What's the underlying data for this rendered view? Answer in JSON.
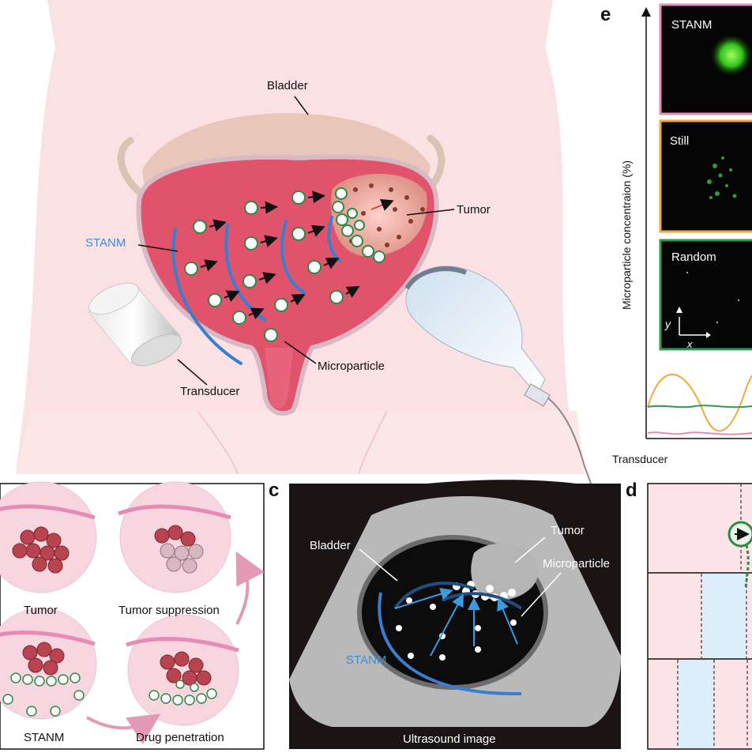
{
  "main_illustration": {
    "labels": {
      "bladder": "Bladder",
      "tumor": "Tumor",
      "stanm": "STANM",
      "microparticle": "Microparticle",
      "transducer": "Transducer"
    }
  },
  "panel_b": {
    "labels": {
      "tumor": "Tumor",
      "tumor_suppression": "Tumor suppression",
      "stanm": "STANM",
      "drug_penetration": "Drug penetration"
    }
  },
  "panel_c": {
    "letter": "c",
    "labels": {
      "bladder": "Bladder",
      "tumor": "Tumor",
      "microparticle": "Microparticle",
      "stanm": "STANM",
      "caption": "Ultrasound image"
    }
  },
  "panel_d": {
    "letter": "d"
  },
  "panel_e": {
    "letter": "e",
    "y_axis_label": "Microparticle concentraion (%)",
    "x_axis_label": "Transducer",
    "image_labels": {
      "stanm": "STANM",
      "still": "Still",
      "random": "Random"
    },
    "axis_glyphs": {
      "y": "y",
      "x": "x"
    },
    "colors": {
      "stanm": "#e58bb5",
      "still": "#f2a93b",
      "random": "#2e9b52"
    }
  },
  "colors": {
    "bladder_fill": "#e0536b",
    "body_skin": "#fbe1e3",
    "stanm_wave": "#3a7fcf",
    "ultrasound_bg": "#1a1414",
    "ultrasound_cone": "#b9b9b9"
  }
}
